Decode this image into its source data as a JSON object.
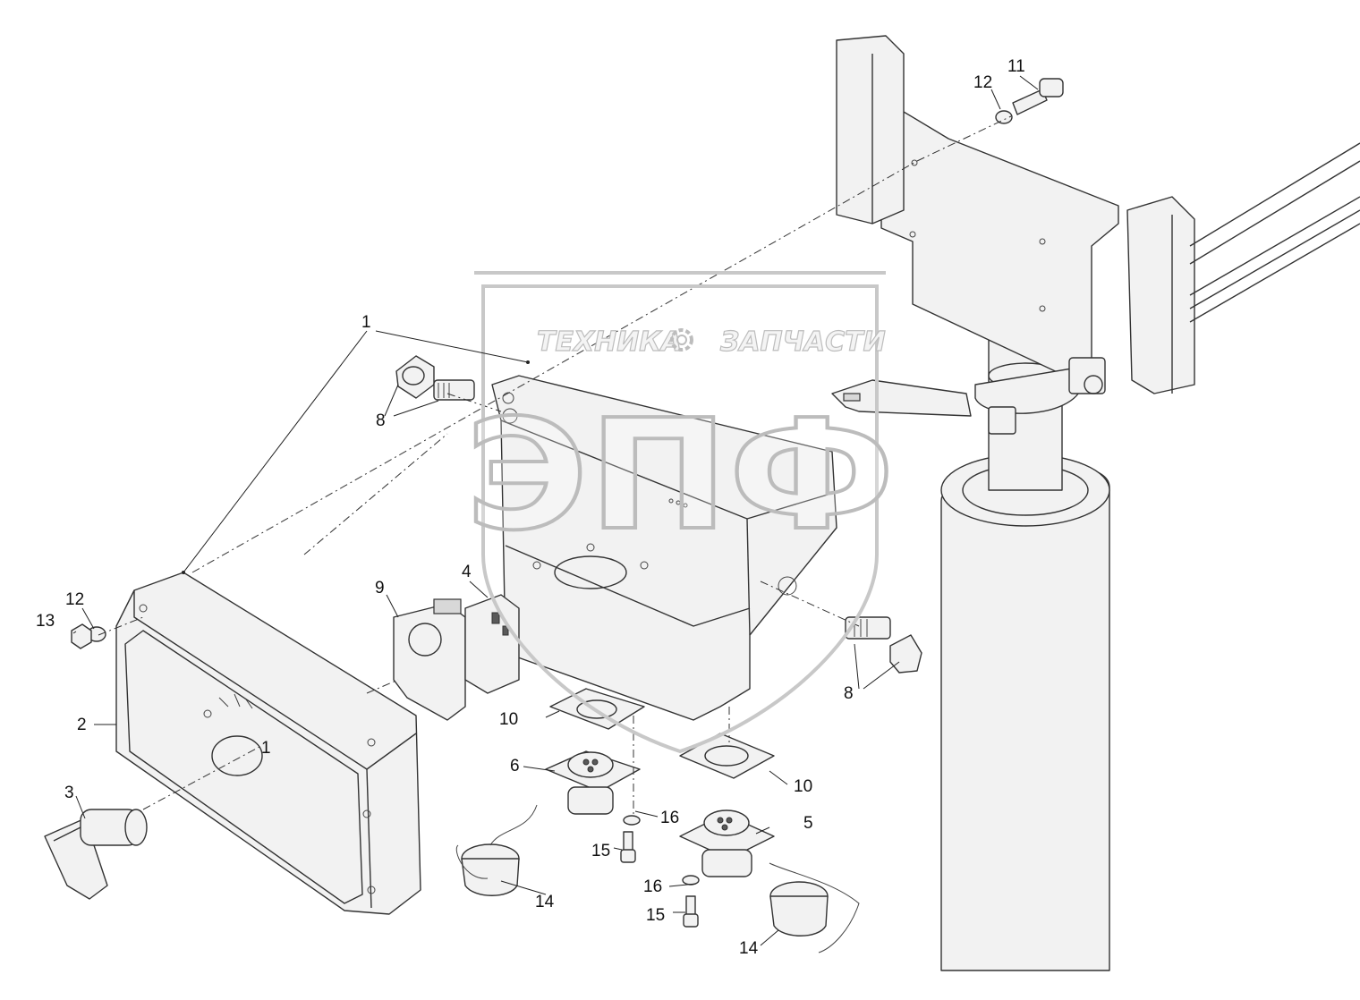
{
  "watermark": {
    "left_word": "ТЕХНИКА",
    "right_word": "ЗАПЧАСТИ",
    "big_letters": "ЭПФ",
    "gear": "gear-icon"
  },
  "callouts": {
    "c1": "1",
    "c2": "2",
    "c3": "3",
    "c4": "4",
    "c5": "5",
    "c6": "6",
    "c8a": "8",
    "c8b": "8",
    "c9": "9",
    "c10a": "10",
    "c10b": "10",
    "c11": "11",
    "c12a": "12",
    "c12b": "12",
    "c13": "13",
    "c14a": "14",
    "c14b": "14",
    "c15a": "15",
    "c15b": "15",
    "c16a": "16",
    "c16b": "16"
  },
  "panel_mark": "1",
  "colors": {
    "line": "#333333",
    "watermark": "#c8c8c8"
  }
}
